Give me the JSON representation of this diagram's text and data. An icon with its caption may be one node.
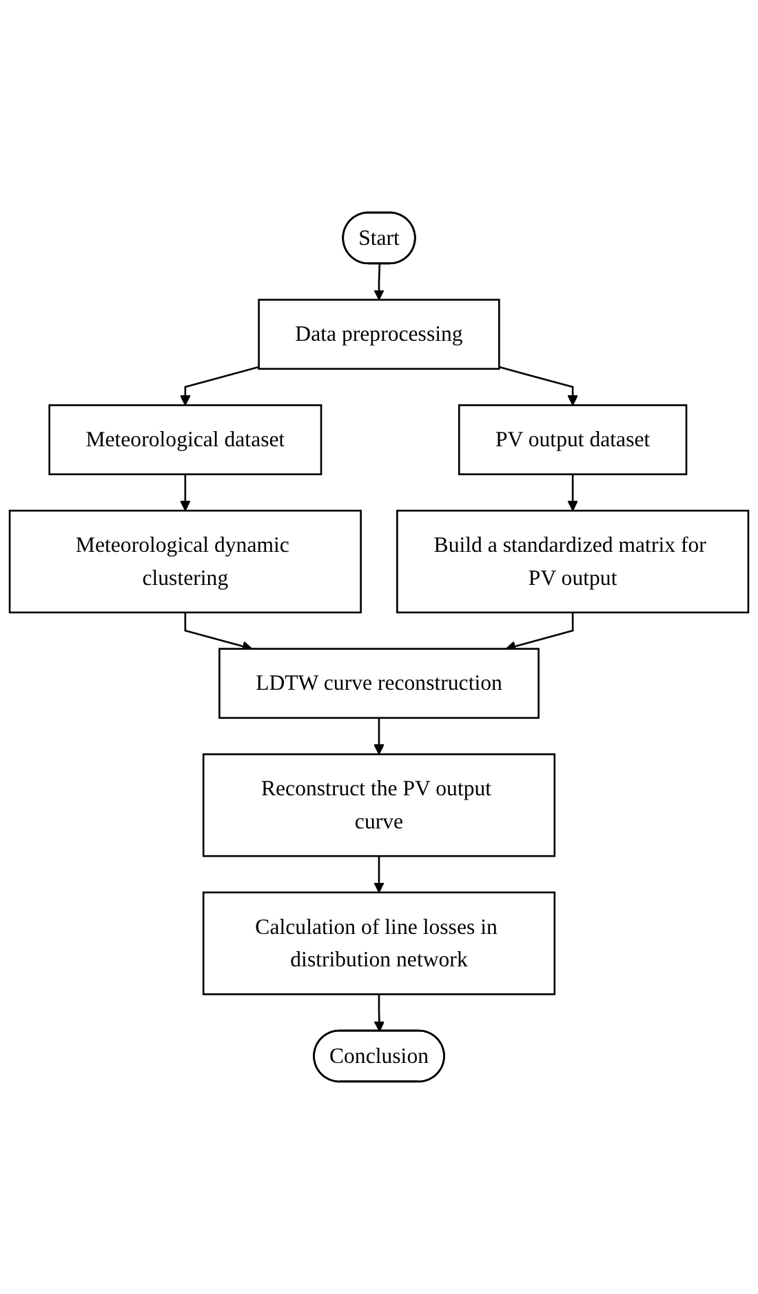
{
  "diagram": {
    "nodes": [
      {
        "text": [
          "Start"
        ]
      },
      {
        "text": [
          "Data preprocessing"
        ]
      },
      {
        "text": [
          "Meteorological dataset"
        ]
      },
      {
        "text": [
          "PV output dataset"
        ]
      },
      {
        "text": [
          "Meteorological dynamic clustering"
        ]
      },
      {
        "text": [
          "Build a standardized matrix for PV output"
        ]
      },
      {
        "text": [
          "LDTW curve reconstruction"
        ]
      },
      {
        "text": [
          "Reconstruct the PV output curve"
        ]
      },
      {
        "text": [
          "Calculation of line losses in distribution network"
        ]
      },
      {
        "text": [
          "Conclusion"
        ]
      }
    ],
    "edges": [
      {
        "from": 0,
        "to": 1,
        "arrow": "to"
      },
      {
        "from": 1,
        "to": 2,
        "arrow": "to"
      },
      {
        "from": 1,
        "to": 3,
        "arrow": "to"
      },
      {
        "from": 2,
        "to": 4,
        "arrow": "to"
      },
      {
        "from": 3,
        "to": 5,
        "arrow": "to"
      },
      {
        "from": 4,
        "to": 6,
        "arrow": "to"
      },
      {
        "from": 5,
        "to": 6,
        "arrow": "to"
      },
      {
        "from": 6,
        "to": 7,
        "arrow": "to"
      },
      {
        "from": 7,
        "to": 8,
        "arrow": "to"
      },
      {
        "from": 8,
        "to": 9,
        "arrow": "to"
      }
    ]
  }
}
